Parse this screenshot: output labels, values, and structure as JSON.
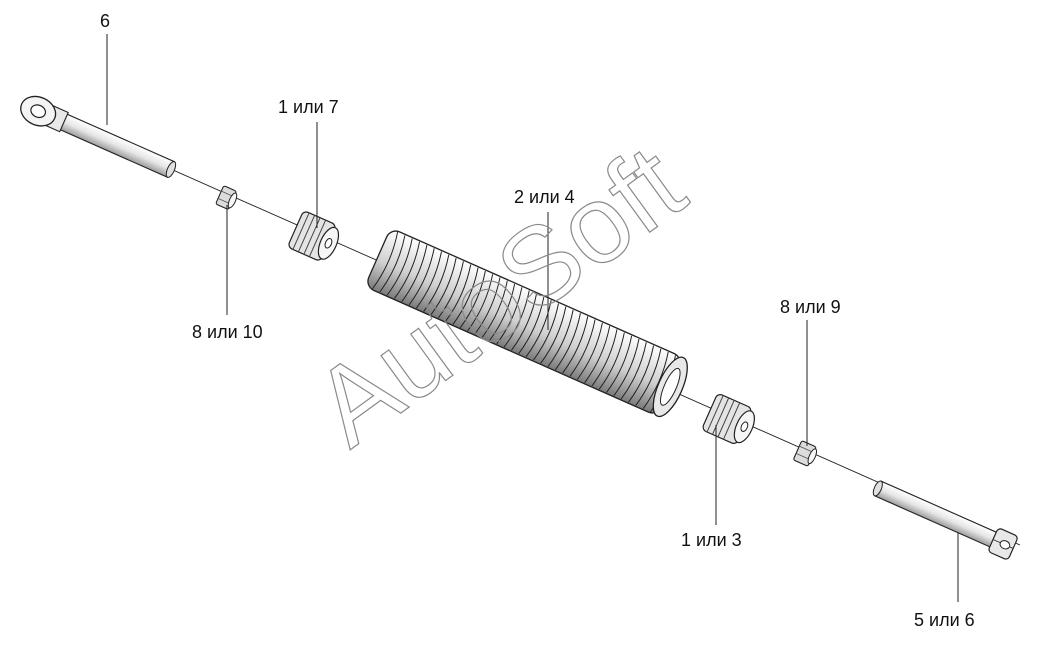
{
  "callouts": {
    "eye_rod": "6",
    "nut_left": "8 или 10",
    "bushing_left": "1 или 7",
    "spring": "2 или 4",
    "nut_right": "8 или 9",
    "bushing_right": "1 или 3",
    "fork_rod": "5 или 6"
  },
  "watermark": "AutoSoft",
  "colors": {
    "line": "#222222",
    "part_fill": "#f2f2f2",
    "shade": "#b9b9b9",
    "background": "#ffffff"
  }
}
